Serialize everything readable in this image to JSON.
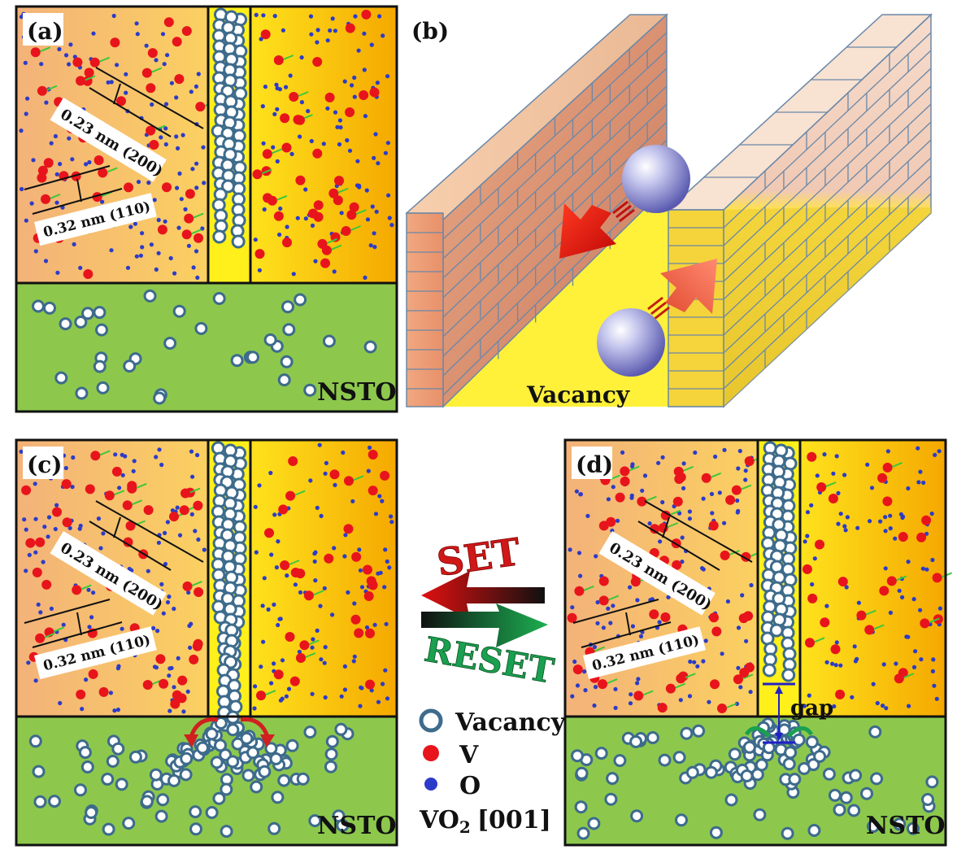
{
  "panels": {
    "a": {
      "label": "(a)",
      "d200": "0.23 nm (200)",
      "d110": "0.32 nm (110)",
      "substrate": "NSTO"
    },
    "b": {
      "label": "(b)",
      "vacancy": "Vacancy"
    },
    "c": {
      "label": "(c)",
      "d200": "0.23 nm (200)",
      "d110": "0.32 nm (110)",
      "substrate": "NSTO"
    },
    "d": {
      "label": "(d)",
      "d200": "0.23 nm (200)",
      "d110": "0.32 nm (110)",
      "substrate": "NSTO",
      "gap": "gap"
    }
  },
  "switch": {
    "set": "SET",
    "reset": "RESET"
  },
  "legend": {
    "vacancy": "Vacancy",
    "v": "V",
    "o": "O",
    "formula": "VO",
    "formula_sub": "2",
    "direction": "[001]"
  },
  "colors": {
    "v_atom": "#e8141c",
    "o_atom": "#2c3cc8",
    "vacancy_ring": "#3d6b8c",
    "substrate": "#8dc84d",
    "film_left": "#f5b87a",
    "film_yellow": "#ffe21a",
    "set_arrow": "#d01818",
    "reset_arrow": "#1aa050"
  }
}
